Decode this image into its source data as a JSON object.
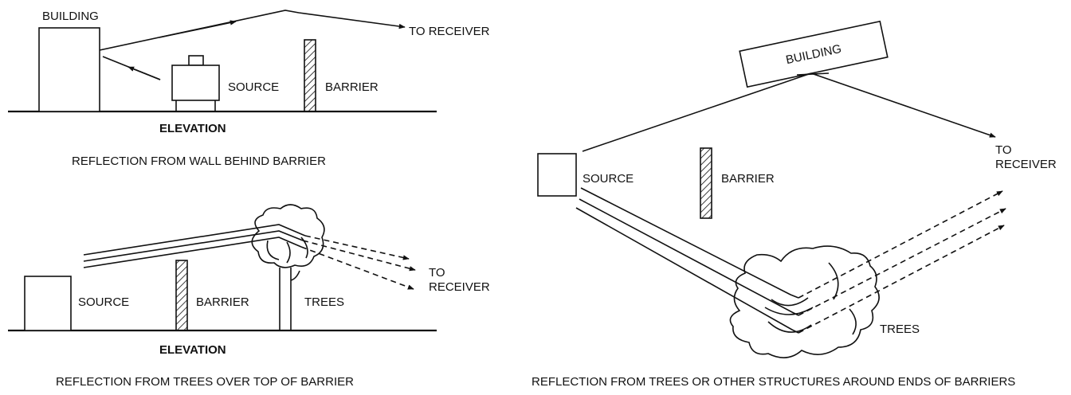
{
  "panels": [
    {
      "building": "BUILDING",
      "to_receiver": "TO RECEIVER",
      "source": "SOURCE",
      "barrier": "BARRIER",
      "view": "ELEVATION",
      "caption": "REFLECTION FROM WALL BEHIND BARRIER"
    },
    {
      "source": "SOURCE",
      "barrier": "BARRIER",
      "trees": "TREES",
      "to": "TO",
      "receiver": "RECEIVER",
      "view": "ELEVATION",
      "caption": "REFLECTION FROM TREES OVER TOP OF BARRIER"
    },
    {
      "building": "BUILDING",
      "to": "TO",
      "receiver": "RECEIVER",
      "source": "SOURCE",
      "barrier": "BARRIER",
      "trees": "TREES",
      "caption": "REFLECTION FROM TREES OR OTHER STRUCTURES AROUND ENDS OF BARRIERS"
    }
  ]
}
